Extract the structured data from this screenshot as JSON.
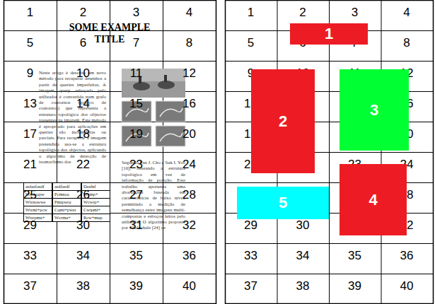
{
  "diagram": {
    "nodes": [
      {
        "text": [
          "1"
        ]
      },
      {
        "text": [
          "2"
        ]
      },
      {
        "text": [
          "3"
        ]
      },
      {
        "text": [
          "4"
        ]
      },
      {
        "text": [
          "5"
        ]
      }
    ],
    "labels": [
      "1",
      "2",
      "3",
      "4",
      "5",
      "6",
      "7",
      "8",
      "9",
      "10",
      "11",
      "12",
      "13",
      "14",
      "15",
      "16",
      "17",
      "18",
      "19",
      "20",
      "21",
      "22",
      "23",
      "24",
      "25",
      "26",
      "27",
      "28",
      "29",
      "30",
      "31",
      "32",
      "33",
      "34",
      "35",
      "36",
      "37",
      "38",
      "39",
      "40",
      "SOME EXAMPLE TITLE",
      "Neste artigo é descrito um novo método para recuperar desenhos a partir de queries imperfeitas. A imagem query esboçada pelo utilizador é convertida num grafo de contornos (gráfico de contornos) que representa a estrutura topológica dos objectos presentes na imagem. Este método é apropriado para aplicações em queries são incompletas ou parciais. Para recuperar a imagem pretendida usa-se a estrutura topológica dos objectos, aplicando o algoritmo de detecção de isomorfismo dos",
      "Segundo Fan J. Cho e Suk I. Yoo [10], baseando a estrutura topológica em vez de informação de posição. Este trabalho apresenta uma abordagem baseada em características de baixo nível, permitindo a medição de semelhança entre imagens multi-compostas e esboços feitos pelo utilizador. O algoritmo proposto por Chalechale [24] de",
      "asdasfasdf",
      "asdfasdf",
      "Dasfnf",
      "Wtrncopw",
      "Pcmnoa",
      "Wcmp+",
      "Wtrnowwe",
      "Pmtpwru",
      "Wcwrp+",
      "Wtrmi+pcw",
      "Cqmi+pwer",
      "Cwtpmi+",
      "Wtsrpmu+",
      "Wcrmu+",
      "Rcw+mup",
      "1",
      "2",
      "3",
      "4",
      "5",
      "6",
      "7",
      "8",
      "9",
      "10",
      "11",
      "12",
      "13",
      "14",
      "15",
      "16",
      "17",
      "18",
      "19",
      "20",
      "21",
      "22",
      "23",
      "24",
      "25",
      "26",
      "27",
      "28",
      "29",
      "30",
      "31",
      "32",
      "33",
      "34",
      "35",
      "36",
      "37",
      "38",
      "39",
      "40"
    ]
  }
}
